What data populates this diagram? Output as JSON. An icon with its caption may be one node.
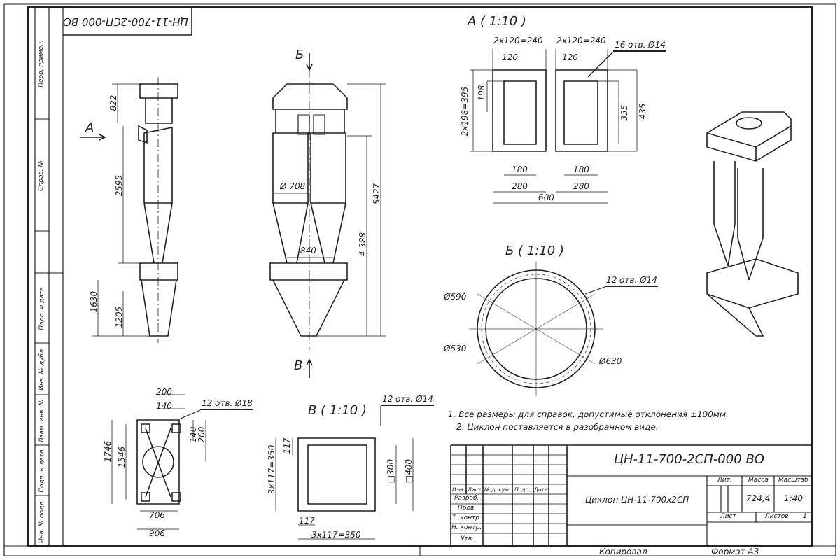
{
  "diagram": {
    "nodes": [
      {
        "text": [
          "16 отв. Ø14"
        ]
      },
      {
        "text": [
          "12 отв. Ø14"
        ]
      },
      {
        "text": [
          "12 отв. Ø18"
        ]
      },
      {
        "text": [
          "12 отв. Ø14"
        ]
      }
    ],
    "edges": [
      {
        "from": 0,
        "to": null,
        "arrow": "none"
      },
      {
        "from": 1,
        "to": null,
        "arrow": "none"
      },
      {
        "from": 2,
        "to": null,
        "arrow": "none"
      },
      {
        "from": 3,
        "to": null,
        "arrow": "none"
      }
    ],
    "labels": [
      "ЦН-11-700-2СП-000 ВО",
      "Перв. примен.",
      "Справ. №",
      "Подп. и дата",
      "Инв. № дубл.",
      "Взам. инв. №",
      "Подп. и дата",
      "Инв. № подл.",
      "А ( 1:10 )",
      "2х120=240",
      "2х120=240",
      "120",
      "120",
      "198",
      "2х198=395",
      "335",
      "435",
      "180",
      "180",
      "280",
      "280",
      "600",
      "Б",
      "822",
      "А",
      "2595",
      "Ø 708",
      "5427",
      "840",
      "4 388",
      "1630",
      "1205",
      "В",
      "Б ( 1:10 )",
      "Ø590",
      "Ø530",
      "Ø630",
      "200",
      "140",
      "140",
      "200",
      "1746",
      "1546",
      "706",
      "906",
      "В ( 1:10 )",
      "117",
      "3х117=350",
      "□300",
      "□400",
      "117",
      "3х117=350",
      "1. Все размеры для справок, допустимые отклонения ±100мм.",
      "2. Циклон поставляется в разобранном виде.",
      "ЦН-11-700-2СП-000 ВО",
      "Изм.",
      "Лист",
      "№ докум.",
      "Подп.",
      "Дата",
      "Разраб.",
      "Пров.",
      "Т. контр.",
      "Н. контр.",
      "Утв.",
      "Циклон ЦН-11-700х2СП",
      "Лит.",
      "Масса",
      "Масштаб",
      "724,4",
      "1:40",
      "Лист",
      "Листов",
      "1",
      "Копировал",
      "Формат А3"
    ]
  }
}
